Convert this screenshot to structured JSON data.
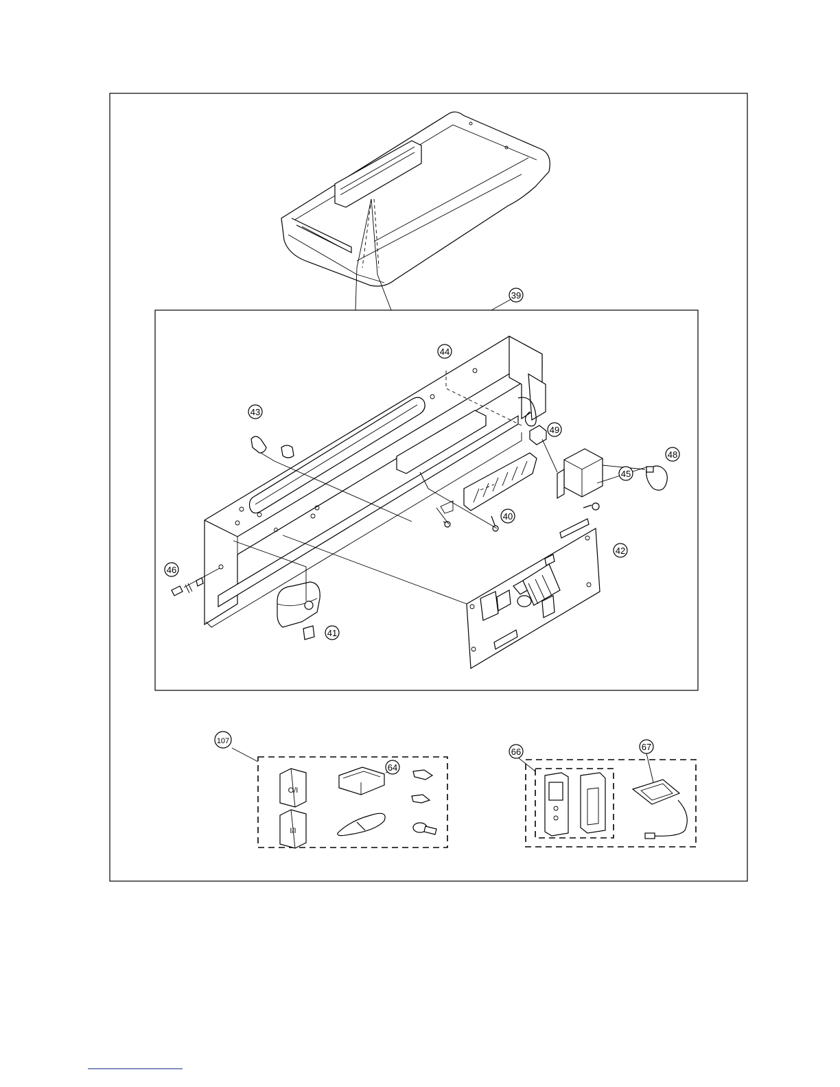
{
  "callouts": [
    {
      "id": "39",
      "label": "39"
    },
    {
      "id": "40",
      "label": "40"
    },
    {
      "id": "41",
      "label": "41"
    },
    {
      "id": "42",
      "label": "42"
    },
    {
      "id": "43",
      "label": "43"
    },
    {
      "id": "44",
      "label": "44"
    },
    {
      "id": "45",
      "label": "45"
    },
    {
      "id": "46",
      "label": "46"
    },
    {
      "id": "48",
      "label": "48"
    },
    {
      "id": "49",
      "label": "49"
    },
    {
      "id": "64",
      "label": "64"
    },
    {
      "id": "66",
      "label": "66"
    },
    {
      "id": "67",
      "label": "67"
    },
    {
      "id": "107",
      "label": "107"
    }
  ],
  "booklets": {
    "operating_manual": "O/I",
    "installation_manual": "I/I"
  },
  "colors": {
    "line": "#000000",
    "footer_rule": "#1f2f8a"
  }
}
